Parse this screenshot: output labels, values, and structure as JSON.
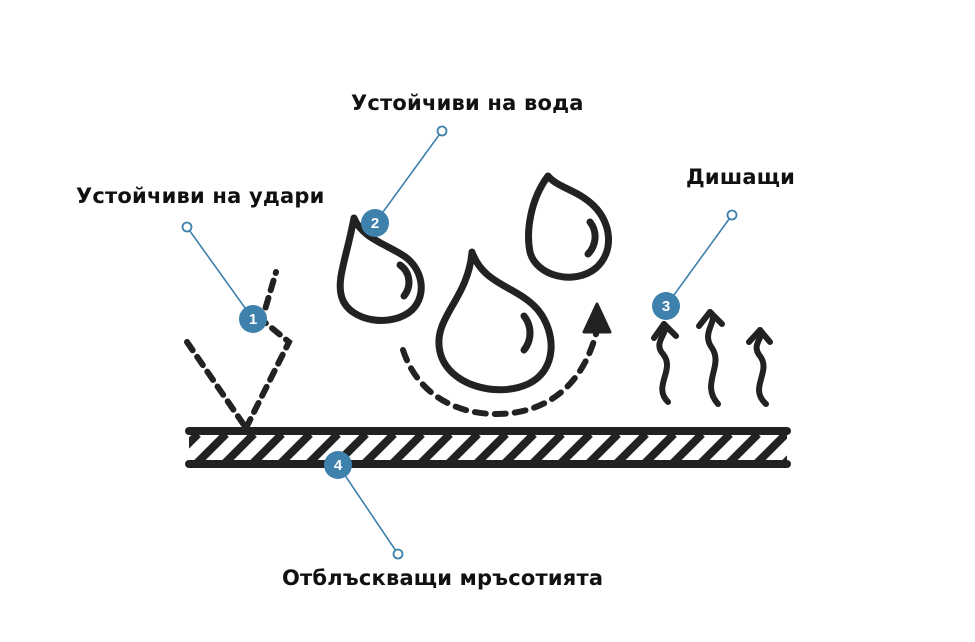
{
  "labels": {
    "impact": "Устойчиви на удари",
    "water": "Устойчиви на вода",
    "breathable": "Дишащи",
    "dirt": "Отблъскващи мръсотията"
  },
  "markers": [
    "1",
    "2",
    "3",
    "4"
  ],
  "colors": {
    "ink": "#222222",
    "marker_fill": "#3f81ad",
    "leader_line": "#3f81ad",
    "background": "#ffffff"
  }
}
